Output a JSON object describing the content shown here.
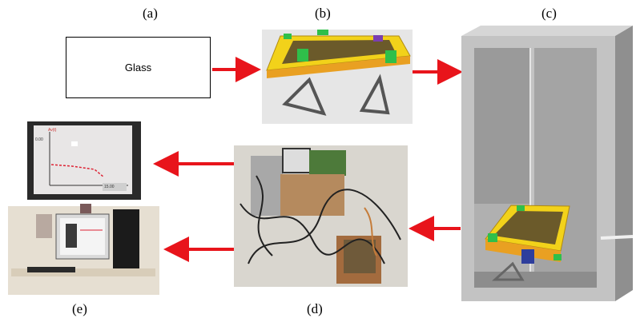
{
  "labels": {
    "a": "(a)",
    "b": "(b)",
    "c": "(c)",
    "d": "(d)",
    "e": "(e)"
  },
  "glass_box": {
    "text": "Glass"
  },
  "screen": {
    "y_label": "Av(t)",
    "y_tick": "0.00",
    "x_tick": "15.00"
  },
  "colors": {
    "arrow": "#e8141b",
    "frame_yellow": "#f2d21a",
    "frame_orange": "#e9a022",
    "clamp_green": "#2fbf4a",
    "glass_brown": "#6b5a2a",
    "cabinet_gray": "#b9b9b9"
  }
}
